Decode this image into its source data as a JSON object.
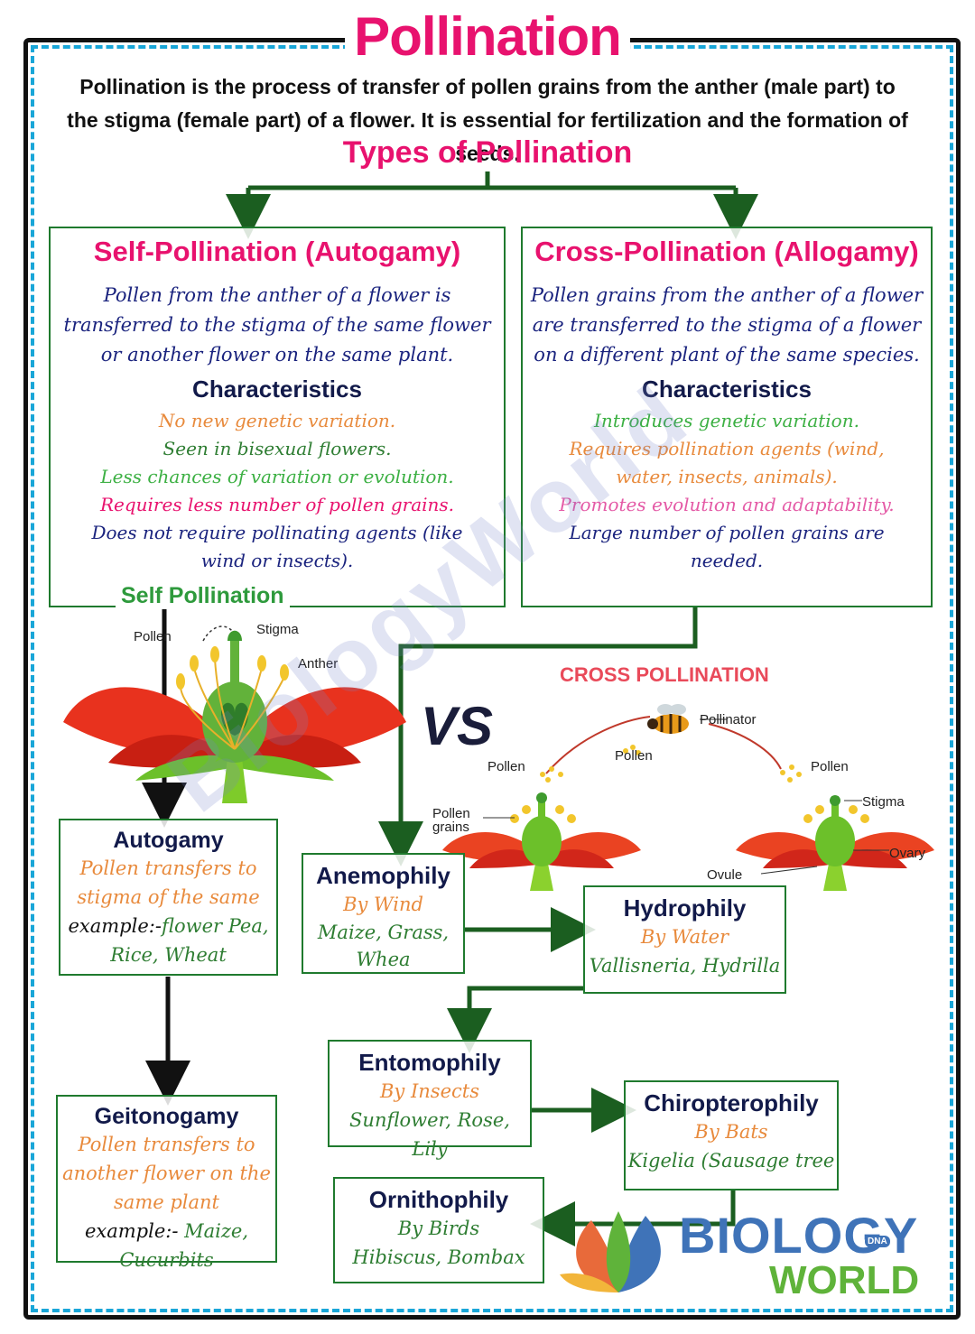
{
  "title": "Pollination",
  "intro": "Pollination is the process of transfer of pollen grains from the anther (male part) to the stigma (female part) of a flower. It is essential for fertilization and the formation of seeds.",
  "types_heading": "Types of Pollination",
  "self": {
    "title": "Self-Pollination (Autogamy)",
    "definition": "Pollen from the anther of a flower is transferred to the stigma of the same flower or another flower on the same plant.",
    "char_title": "Characteristics",
    "characteristics": [
      "No new genetic variation.",
      "Seen in bisexual flowers.",
      "Less chances of variation or evolution.",
      "Requires less number of pollen grains.",
      "Does not require pollinating agents (like wind or insects)."
    ]
  },
  "cross": {
    "title": "Cross-Pollination (Allogamy)",
    "definition": "Pollen grains from the anther of a flower are transferred to the stigma of a flower on a different plant of the same species.",
    "char_title": "Characteristics",
    "characteristics": [
      "Introduces genetic variation.",
      "Requires pollination agents (wind, water, insects, animals).",
      "Promotes evolution and adaptability.",
      "Large number of pollen grains are needed."
    ]
  },
  "self_diagram": {
    "heading": "Self Pollination",
    "labels": {
      "pollen": "Pollen",
      "stigma": "Stigma",
      "anther": "Anther"
    }
  },
  "vs": "VS",
  "cross_diagram": {
    "heading": "CROSS POLLINATION",
    "labels": {
      "pollinator": "Pollinator",
      "pollen_center": "Pollen",
      "pollen_left": "Pollen",
      "pollen_right": "Pollen",
      "pollen_grains_1": "Pollen",
      "pollen_grains_2": "grains",
      "stigma": "Stigma",
      "ovary": "Ovary",
      "ovule": "Ovule"
    }
  },
  "watermark": "BiologyWorld",
  "autogamy": {
    "title": "Autogamy",
    "desc": "Pollen transfers to stigma of the same",
    "example_label": "example:-",
    "example": "flower Pea, Rice, Wheat"
  },
  "geitonogamy": {
    "title": "Geitonogamy",
    "desc": "Pollen transfers to another flower on the same plant",
    "example_label": "example:-",
    "example": "Maize, Cucurbits"
  },
  "anemophily": {
    "title": "Anemophily",
    "agent": "By Wind",
    "examples": "Maize, Grass, Whea"
  },
  "hydrophily": {
    "title": "Hydrophily",
    "agent": "By Water",
    "examples": "Vallisneria, Hydrilla"
  },
  "entomophily": {
    "title": "Entomophily",
    "agent": "By Insects",
    "examples": "Sunflower, Rose, Lily"
  },
  "chiropterophily": {
    "title": "Chiropterophily",
    "agent": "By Bats",
    "examples": "Kigelia (Sausage tree"
  },
  "ornithophily": {
    "title": "Ornithophily",
    "agent": "By Birds",
    "examples": "Hibiscus, Bombax"
  },
  "logo": {
    "line1": "BIOLOGY",
    "line2": "WORLD",
    "badge": "DNA"
  },
  "colors": {
    "accent_pink": "#e8126e",
    "arrow_green": "#1b5e20",
    "frame_blue": "#19a6d8",
    "petal_red": "#e8321e"
  }
}
